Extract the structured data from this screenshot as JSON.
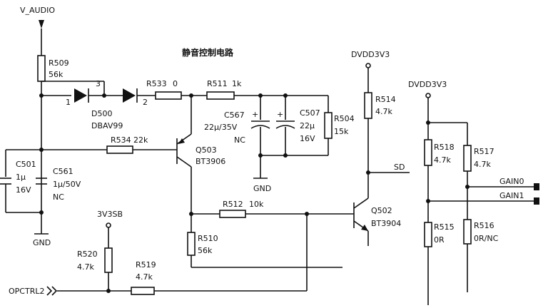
{
  "title": "静音控制电路",
  "nets": {
    "v_audio": "V_AUDIO",
    "dvdd_q502": "DVDD3V3",
    "dvdd_right": "DVDD3V3",
    "v3v3sb": "3V3SB",
    "opctrl": "OPCTRL2",
    "sd": "SD",
    "gain0": "GAIN0",
    "gain1": "GAIN1",
    "gnd_left": "GND",
    "gnd_mid": "GND"
  },
  "resistors": {
    "r509": {
      "ref": "R509",
      "value": "56k"
    },
    "r533": {
      "ref": "R533",
      "value": "0"
    },
    "r511": {
      "ref": "R511",
      "value": "1k"
    },
    "r504": {
      "ref": "R504",
      "value": "15k"
    },
    "r534": {
      "ref": "R534",
      "value": "22k"
    },
    "r512": {
      "ref": "R512",
      "value": "10k"
    },
    "r510": {
      "ref": "R510",
      "value": "56k"
    },
    "r514": {
      "ref": "R514",
      "value": "4.7k"
    },
    "r518": {
      "ref": "R518",
      "value": "4.7k"
    },
    "r517": {
      "ref": "R517",
      "value": "4.7k"
    },
    "r515": {
      "ref": "R515",
      "value": "0R"
    },
    "r516": {
      "ref": "R516",
      "value": "0R/NC"
    },
    "r520": {
      "ref": "R520",
      "value": "4.7k"
    },
    "r519": {
      "ref": "R519",
      "value": "4.7k"
    }
  },
  "capacitors": {
    "c567": {
      "ref": "C567",
      "value": "22μ/35V",
      "note": "NC"
    },
    "c507": {
      "ref": "C507",
      "value": "22μ",
      "voltage": "16V"
    },
    "c501": {
      "ref": "C501",
      "value": "1μ",
      "voltage": "16V"
    },
    "c561": {
      "ref": "C561",
      "value": "1μ/50V",
      "note": "NC"
    }
  },
  "diode": {
    "ref": "D500",
    "part": "DBAV99",
    "pin1": "1",
    "pin2": "2",
    "pin3": "3"
  },
  "transistors": {
    "q503": {
      "ref": "Q503",
      "part": "BT3906"
    },
    "q502": {
      "ref": "Q502",
      "part": "BT3904"
    }
  }
}
